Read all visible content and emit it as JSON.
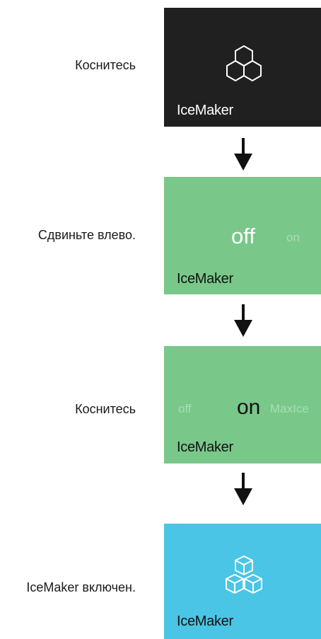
{
  "steps": [
    {
      "label": "Коснитесь"
    },
    {
      "label": "Сдвиньте влево."
    },
    {
      "label": "Коснитесь"
    },
    {
      "label": "IceMaker включен."
    }
  ],
  "panels": {
    "first": {
      "title": "IceMaker",
      "icon": "icemaker-hex-icon",
      "color": "#202020"
    },
    "second": {
      "title": "IceMaker",
      "selected": "off",
      "next": "on",
      "color": "#79c88a"
    },
    "third": {
      "title": "IceMaker",
      "prev": "off",
      "selected": "on",
      "next": "MaxIce",
      "color": "#79c88a"
    },
    "fourth": {
      "title": "IceMaker",
      "icon": "ice-cubes-icon",
      "color": "#4ac5e5"
    }
  },
  "arrow_icon": "down-arrow-icon"
}
